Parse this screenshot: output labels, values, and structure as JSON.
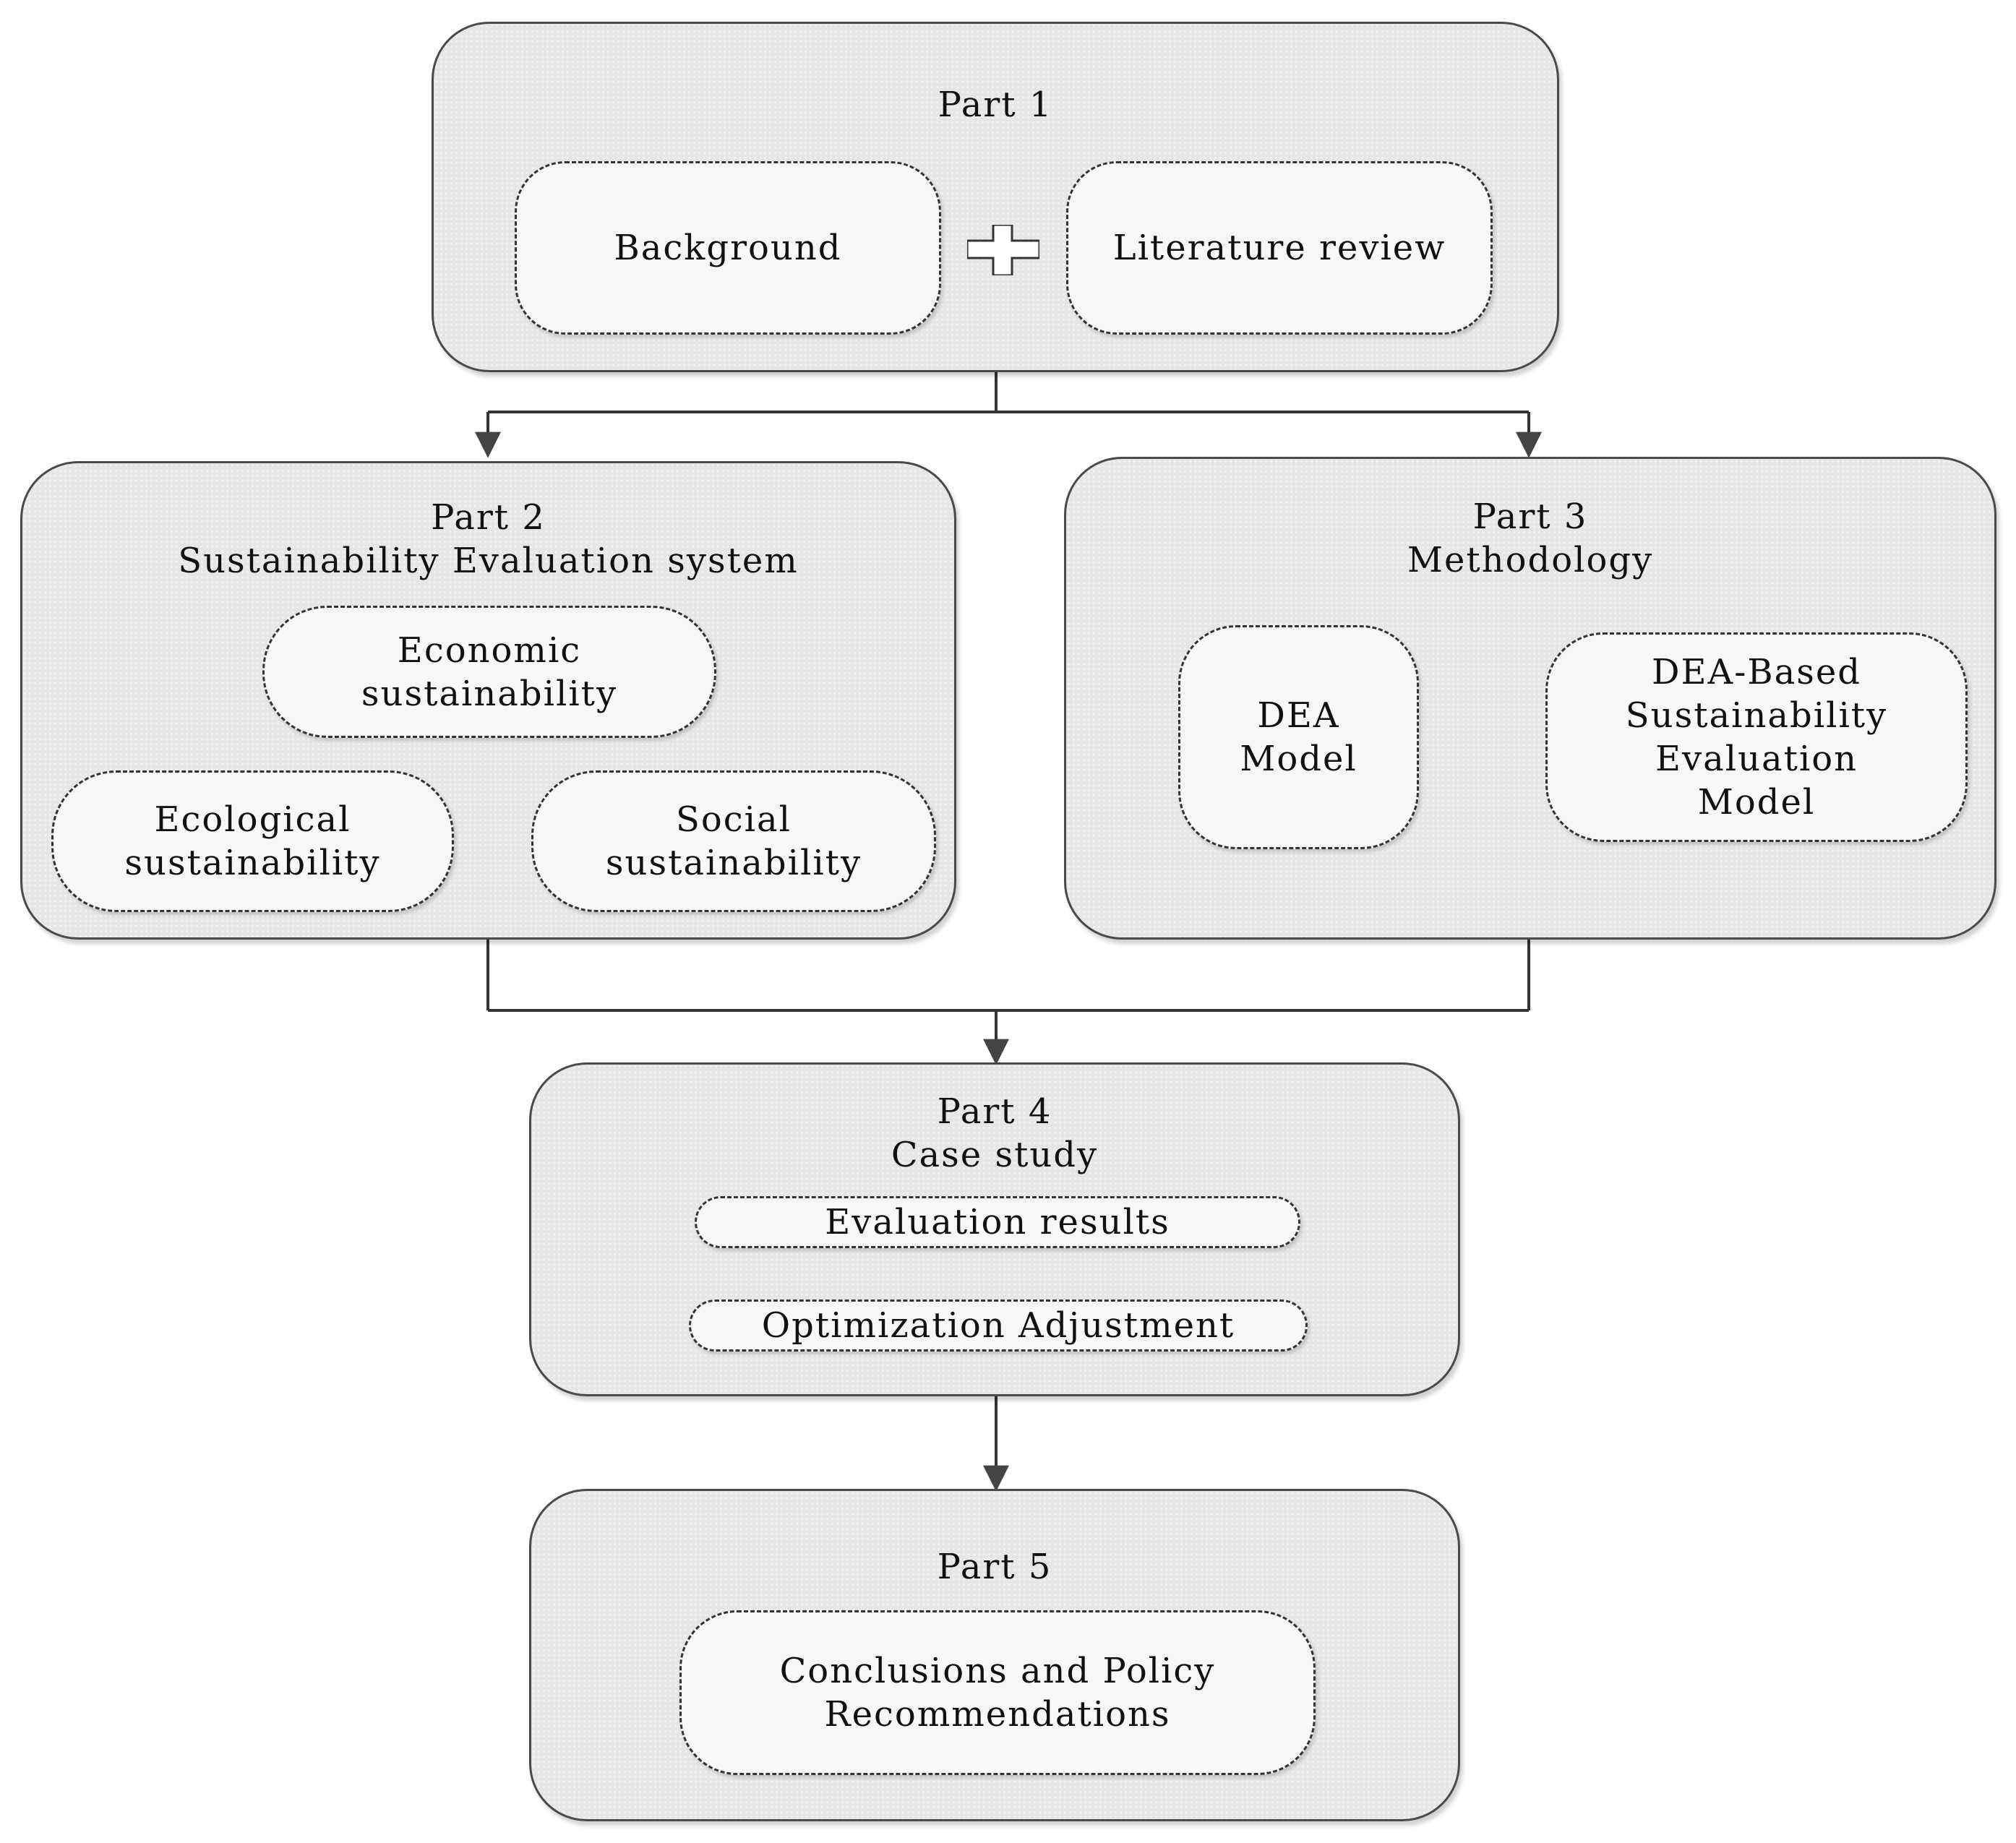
{
  "part1": {
    "title": "Part 1",
    "left_box": "Background",
    "right_box": "Literature review",
    "operator_icon": "plus-icon"
  },
  "part2": {
    "title": "Part 2",
    "subtitle": "Sustainability Evaluation system",
    "economic": [
      "Economic",
      "sustainability"
    ],
    "ecological": [
      "Ecological",
      "sustainability"
    ],
    "social": [
      "Social",
      "sustainability"
    ]
  },
  "part3": {
    "title": "Part 3",
    "subtitle": "Methodology",
    "dea_model": [
      "DEA",
      "Model"
    ],
    "dea_based": [
      "DEA-Based",
      "Sustainability",
      "Evaluation",
      "Model"
    ]
  },
  "part4": {
    "title": "Part 4",
    "subtitle": "Case study",
    "evaluation": "Evaluation results",
    "optimization": "Optimization Adjustment"
  },
  "part5": {
    "title": "Part 5",
    "conclusion": [
      "Conclusions and Policy",
      "Recommendations"
    ]
  },
  "colors": {
    "panel_fill": "#e6e6e6",
    "sub_fill": "#f7f7f7",
    "line": "#333333"
  }
}
